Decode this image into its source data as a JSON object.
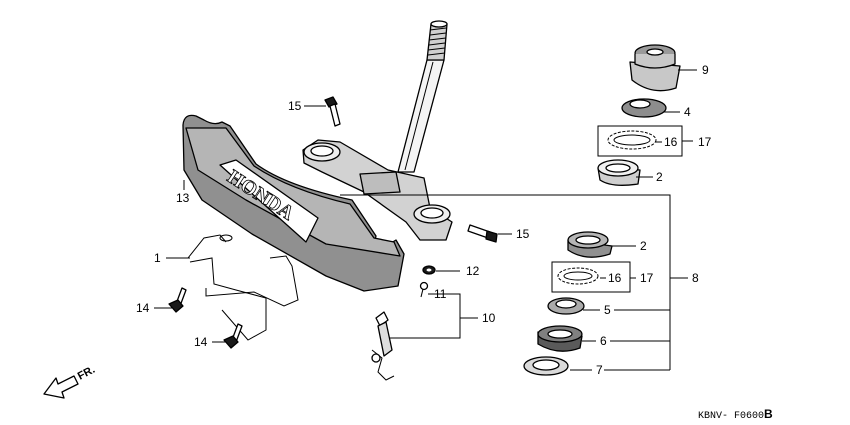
{
  "diagram": {
    "brand_emblem_text": "HONDA",
    "direction_arrow_text": "FR.",
    "drawing_code": "KBNV- F0600",
    "drawing_code_suffix": "B",
    "callouts": {
      "c1": "1",
      "c2a": "2",
      "c2b": "2",
      "c4": "4",
      "c5": "5",
      "c6": "6",
      "c7": "7",
      "c8": "8",
      "c9": "9",
      "c10": "10",
      "c11": "11",
      "c12": "12",
      "c13": "13",
      "c14a": "14",
      "c14b": "14",
      "c15a": "15",
      "c15b": "15",
      "c16a": "16",
      "c16b": "16",
      "c17a": "17",
      "c17b": "17"
    }
  }
}
